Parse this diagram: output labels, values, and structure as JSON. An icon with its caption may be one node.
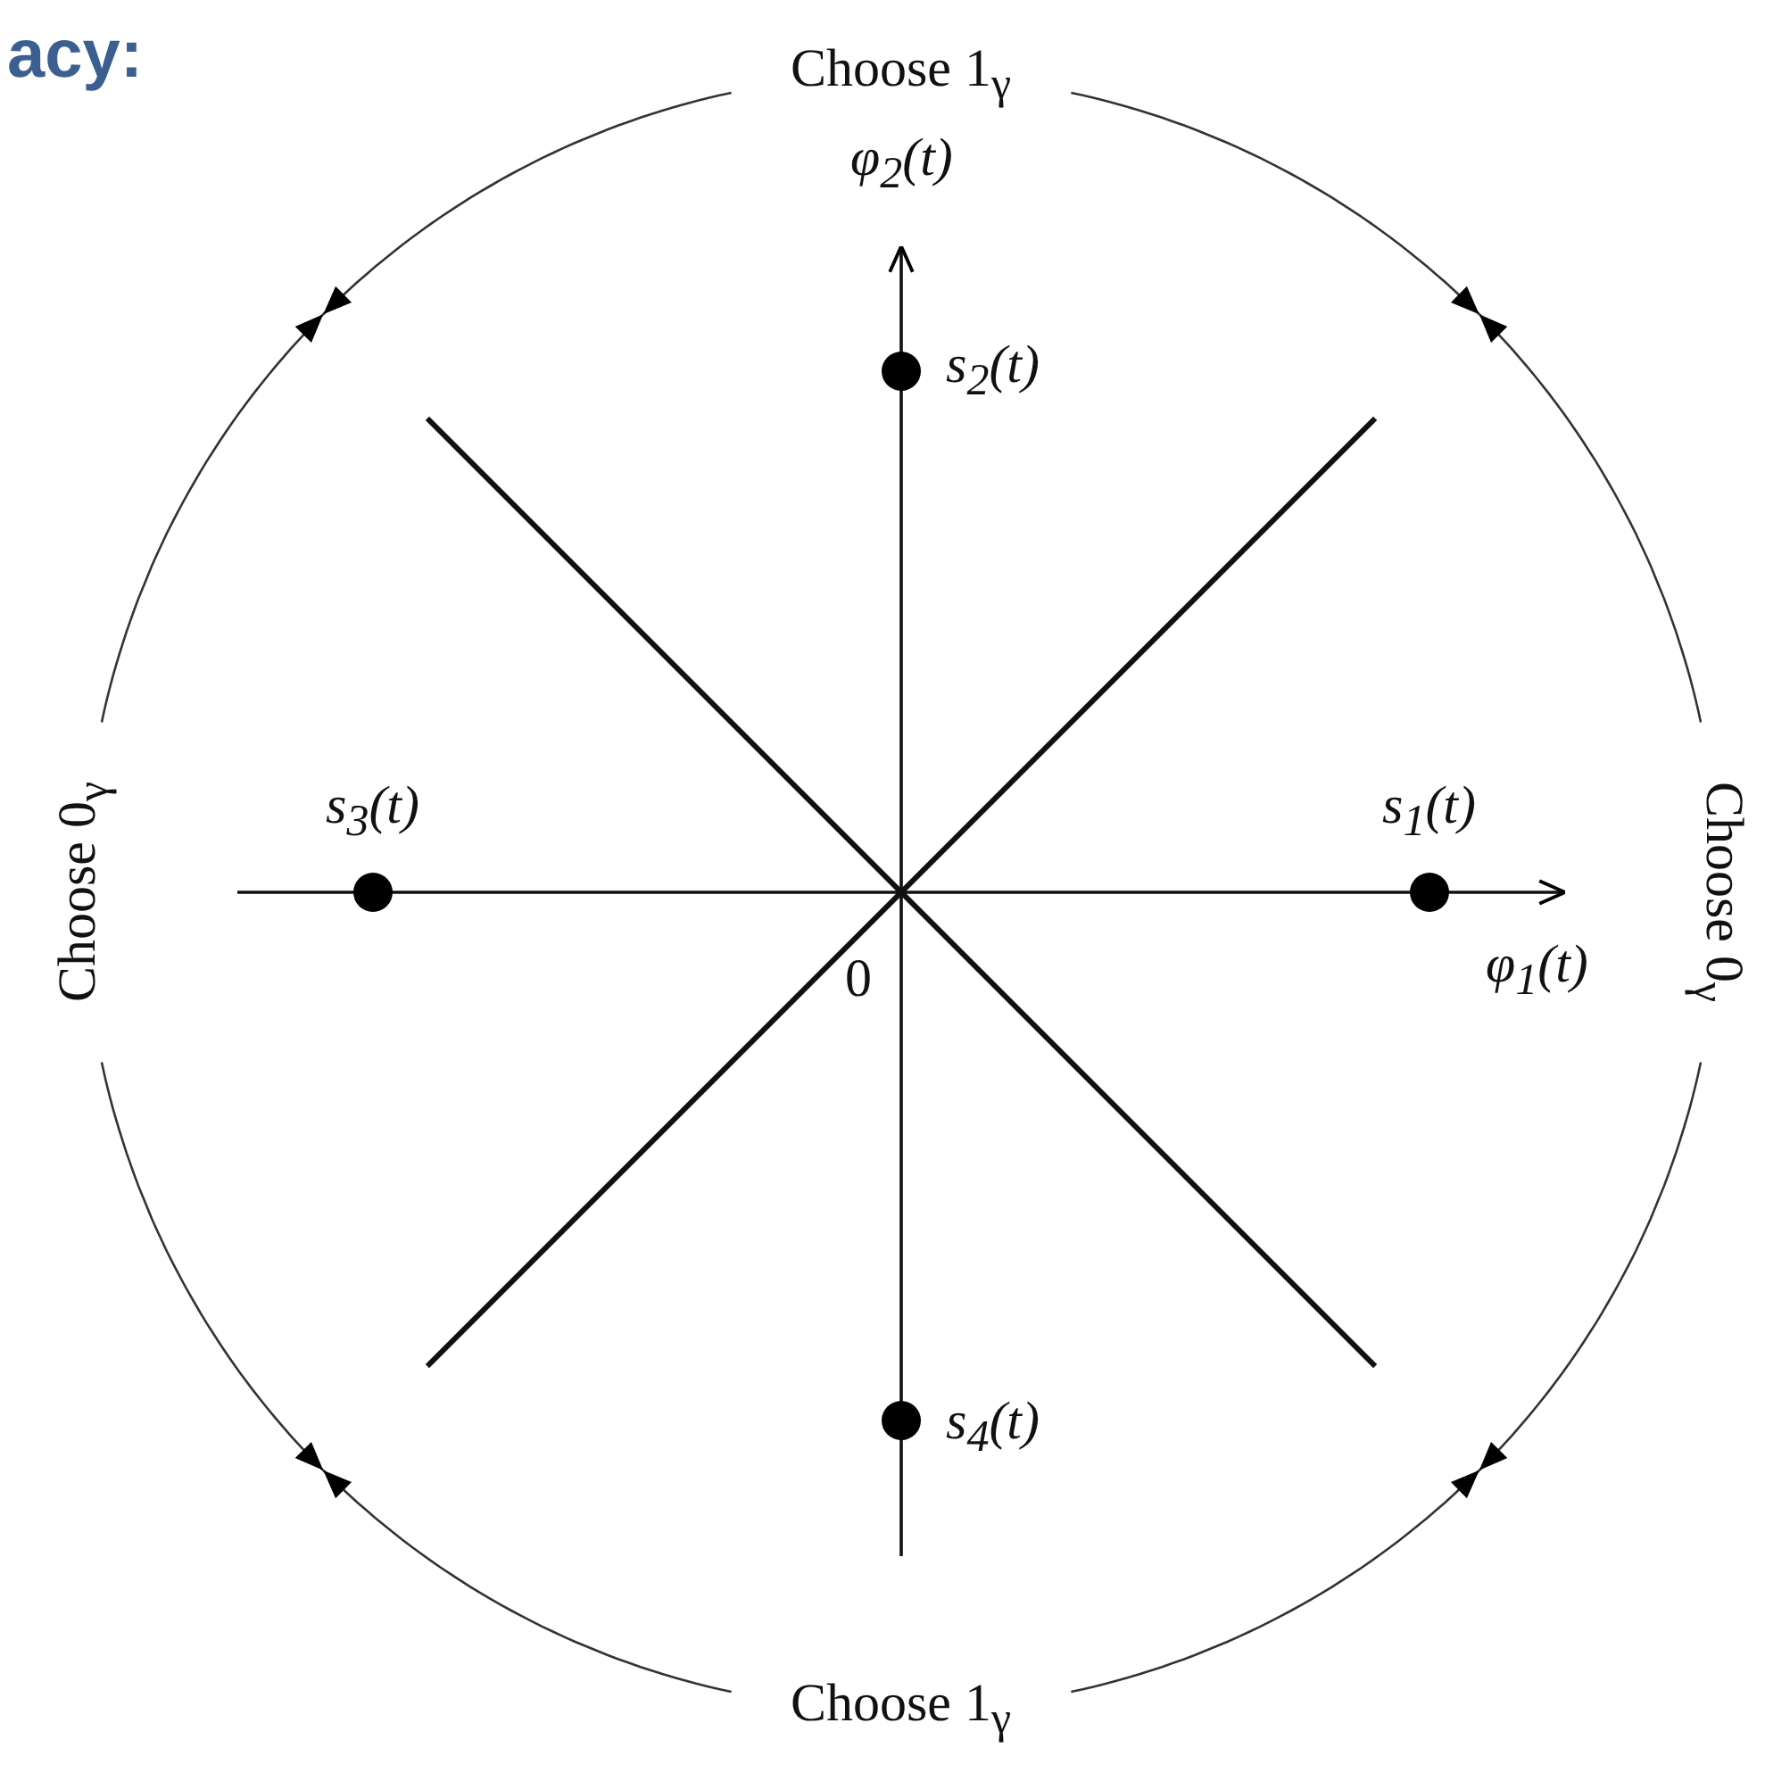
{
  "diagram": {
    "title": "acy:",
    "labels": [
      "Choose 1$_{γ}$",
      "φ$_{2}$(t)",
      "s$_{2}$(t)",
      "Choose 0$_{γ}$",
      "s$_{3}$(t)",
      "s$_{1}$(t)",
      "Choose 0$_{γ}$",
      "0",
      "φ$_{1}$(t)",
      "s$_{4}$(t)",
      "Choose 1$_{γ}$"
    ]
  }
}
